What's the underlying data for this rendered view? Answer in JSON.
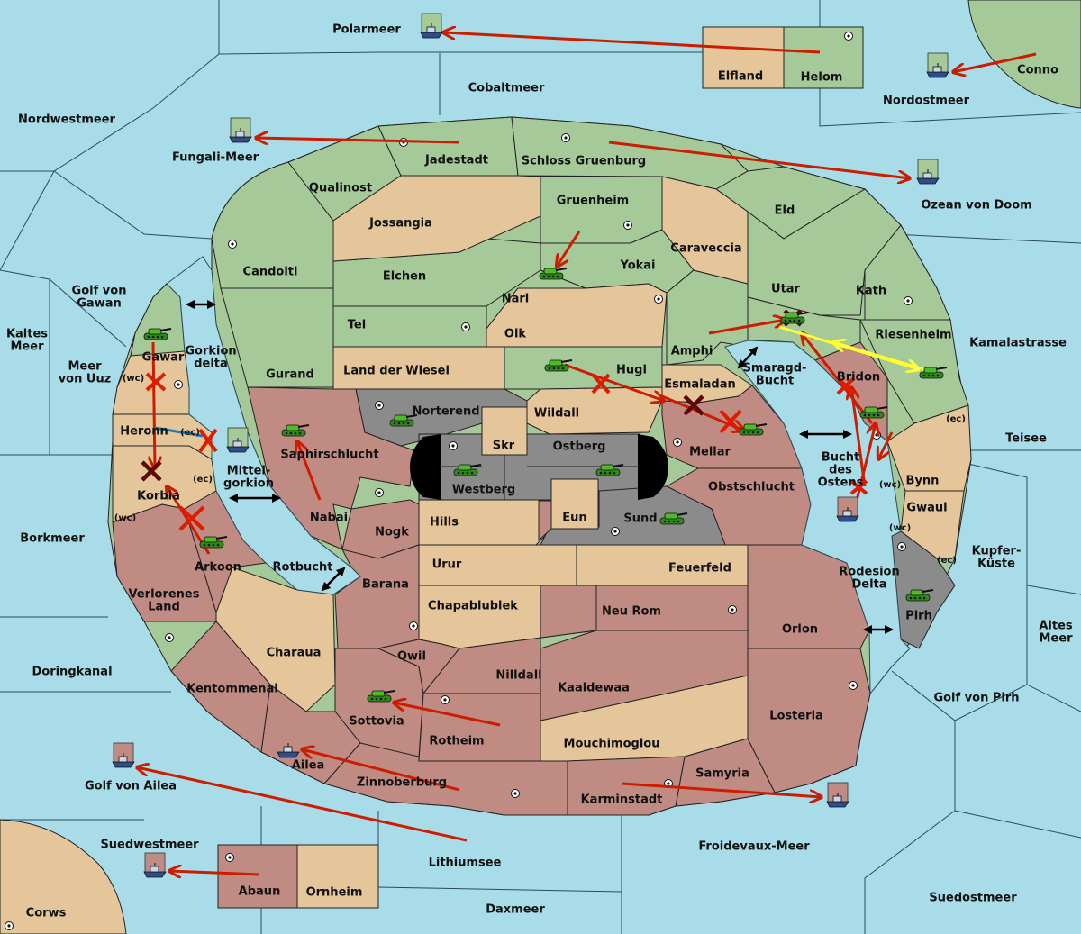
{
  "colors": {
    "sea": "#a8dce8",
    "green": "#a6c999",
    "tan": "#e5c59a",
    "red": "#c08b83",
    "grey": "#8b8b8b",
    "move_arrow": "#cc1d00",
    "support_arrow": "#ffff33",
    "convoy_line": "#1f7bb0"
  },
  "icons": {
    "army": "tank-icon",
    "fleet": "ship-icon",
    "supply_center": "supply-center-dot",
    "failed_order": "cross-icon",
    "connection": "double-arrow-icon"
  },
  "labels": {
    "polarmeer": "Polarmeer",
    "cobaltmeer": "Cobaltmeer",
    "nordwestmeer": "Nordwestmeer",
    "nordostmeer": "Nordostmeer",
    "conno": "Conno",
    "elfland": "Elfland",
    "helom": "Helom",
    "fungali": "Fungali-Meer",
    "jadestadt": "Jadestadt",
    "schloss": "Schloss Gruenburg",
    "ozean": "Ozean von Doom",
    "qualinost": "Qualinost",
    "jossangia": "Jossangia",
    "gruenheim": "Gruenheim",
    "caraveccia": "Caraveccia",
    "eld": "Eld",
    "candolti": "Candolti",
    "elchen": "Elchen",
    "yokai": "Yokai",
    "nari": "Nari",
    "utar": "Utar",
    "kath": "Kath",
    "kamalastrasse": "Kamalastrasse",
    "golf_gawan": "Golf von\nGawan",
    "kaltes": "Kaltes\nMeer",
    "tel": "Tel",
    "olk": "Olk",
    "amphi": "Amphi",
    "riesenheim": "Riesenheim",
    "gawar": "Gawar",
    "gorkion": "Gorkion\ndelta",
    "meer_uuz": "Meer\nvon Uuz",
    "gurand": "Gurand",
    "land_wiesel": "Land der Wiesel",
    "hugl": "Hugl",
    "smaragd": "Smaragd-\nBucht",
    "bridon": "Bridon",
    "wc1": "(wc)",
    "esmaladan": "Esmaladan",
    "norterend": "Norterend",
    "wildall": "Wildall",
    "heronn": "Heronn",
    "ec1": "(ec)",
    "ec_teisee": "(ec)",
    "teisee": "Teisee",
    "skr": "Skr",
    "ostberg": "Ostberg",
    "mellar": "Mellar",
    "saphir": "Saphirschlucht",
    "mittel": "Mittel-\ngorkion",
    "bucht_ostens": "Bucht\ndes\nOstens",
    "ec2": "(ec)",
    "westberg": "Westberg",
    "obstschlucht": "Obstschlucht",
    "korbia": "Korbia",
    "bynn": "Bynn",
    "wc_bynn": "(wc)",
    "wc2": "(wc)",
    "nabai": "Nabai",
    "hills": "Hills",
    "eun": "Eun",
    "sund": "Sund",
    "gwaul": "Gwaul",
    "wc_gwaul": "(wc)",
    "borkmeer": "Borkmeer",
    "nogk": "Nogk",
    "arkoon": "Arkoon",
    "kupfer": "Kupfer-\nKüste",
    "ec_pirh": "(ec)",
    "urur": "Urur",
    "feuerfeld": "Feuerfeld",
    "rotbucht": "Rotbucht",
    "barana": "Barana",
    "rodesion": "Rodesion\nDelta",
    "verlorenes": "Verlorenes\nLand",
    "chapablublek": "Chapablublek",
    "neurom": "Neu Rom",
    "pirh": "Pirh",
    "altes": "Altes\nMeer",
    "orlon": "Orlon",
    "charaua": "Charaua",
    "qwil": "Qwil",
    "doringkanal": "Doringkanal",
    "nilldall": "Nilldall",
    "kaaldewaa": "Kaaldewaa",
    "kentommenai": "Kentommenai",
    "golf_pirh": "Golf von Pirh",
    "sottovia": "Sottovia",
    "losteria": "Losteria",
    "rotheim": "Rotheim",
    "mouchimoglou": "Mouchimoglou",
    "ailea": "Ailea",
    "samyria": "Samyria",
    "golf_ailea": "Golf von Ailea",
    "zinnoberburg": "Zinnoberburg",
    "karminstadt": "Karminstadt",
    "suedwestmeer": "Suedwestmeer",
    "froidevaux": "Froidevaux-Meer",
    "lithiumsee": "Lithiumsee",
    "abaun": "Abaun",
    "ornheim": "Ornheim",
    "suedostmeer": "Suedostmeer",
    "corws": "Corws",
    "daxmeer": "Daxmeer"
  }
}
